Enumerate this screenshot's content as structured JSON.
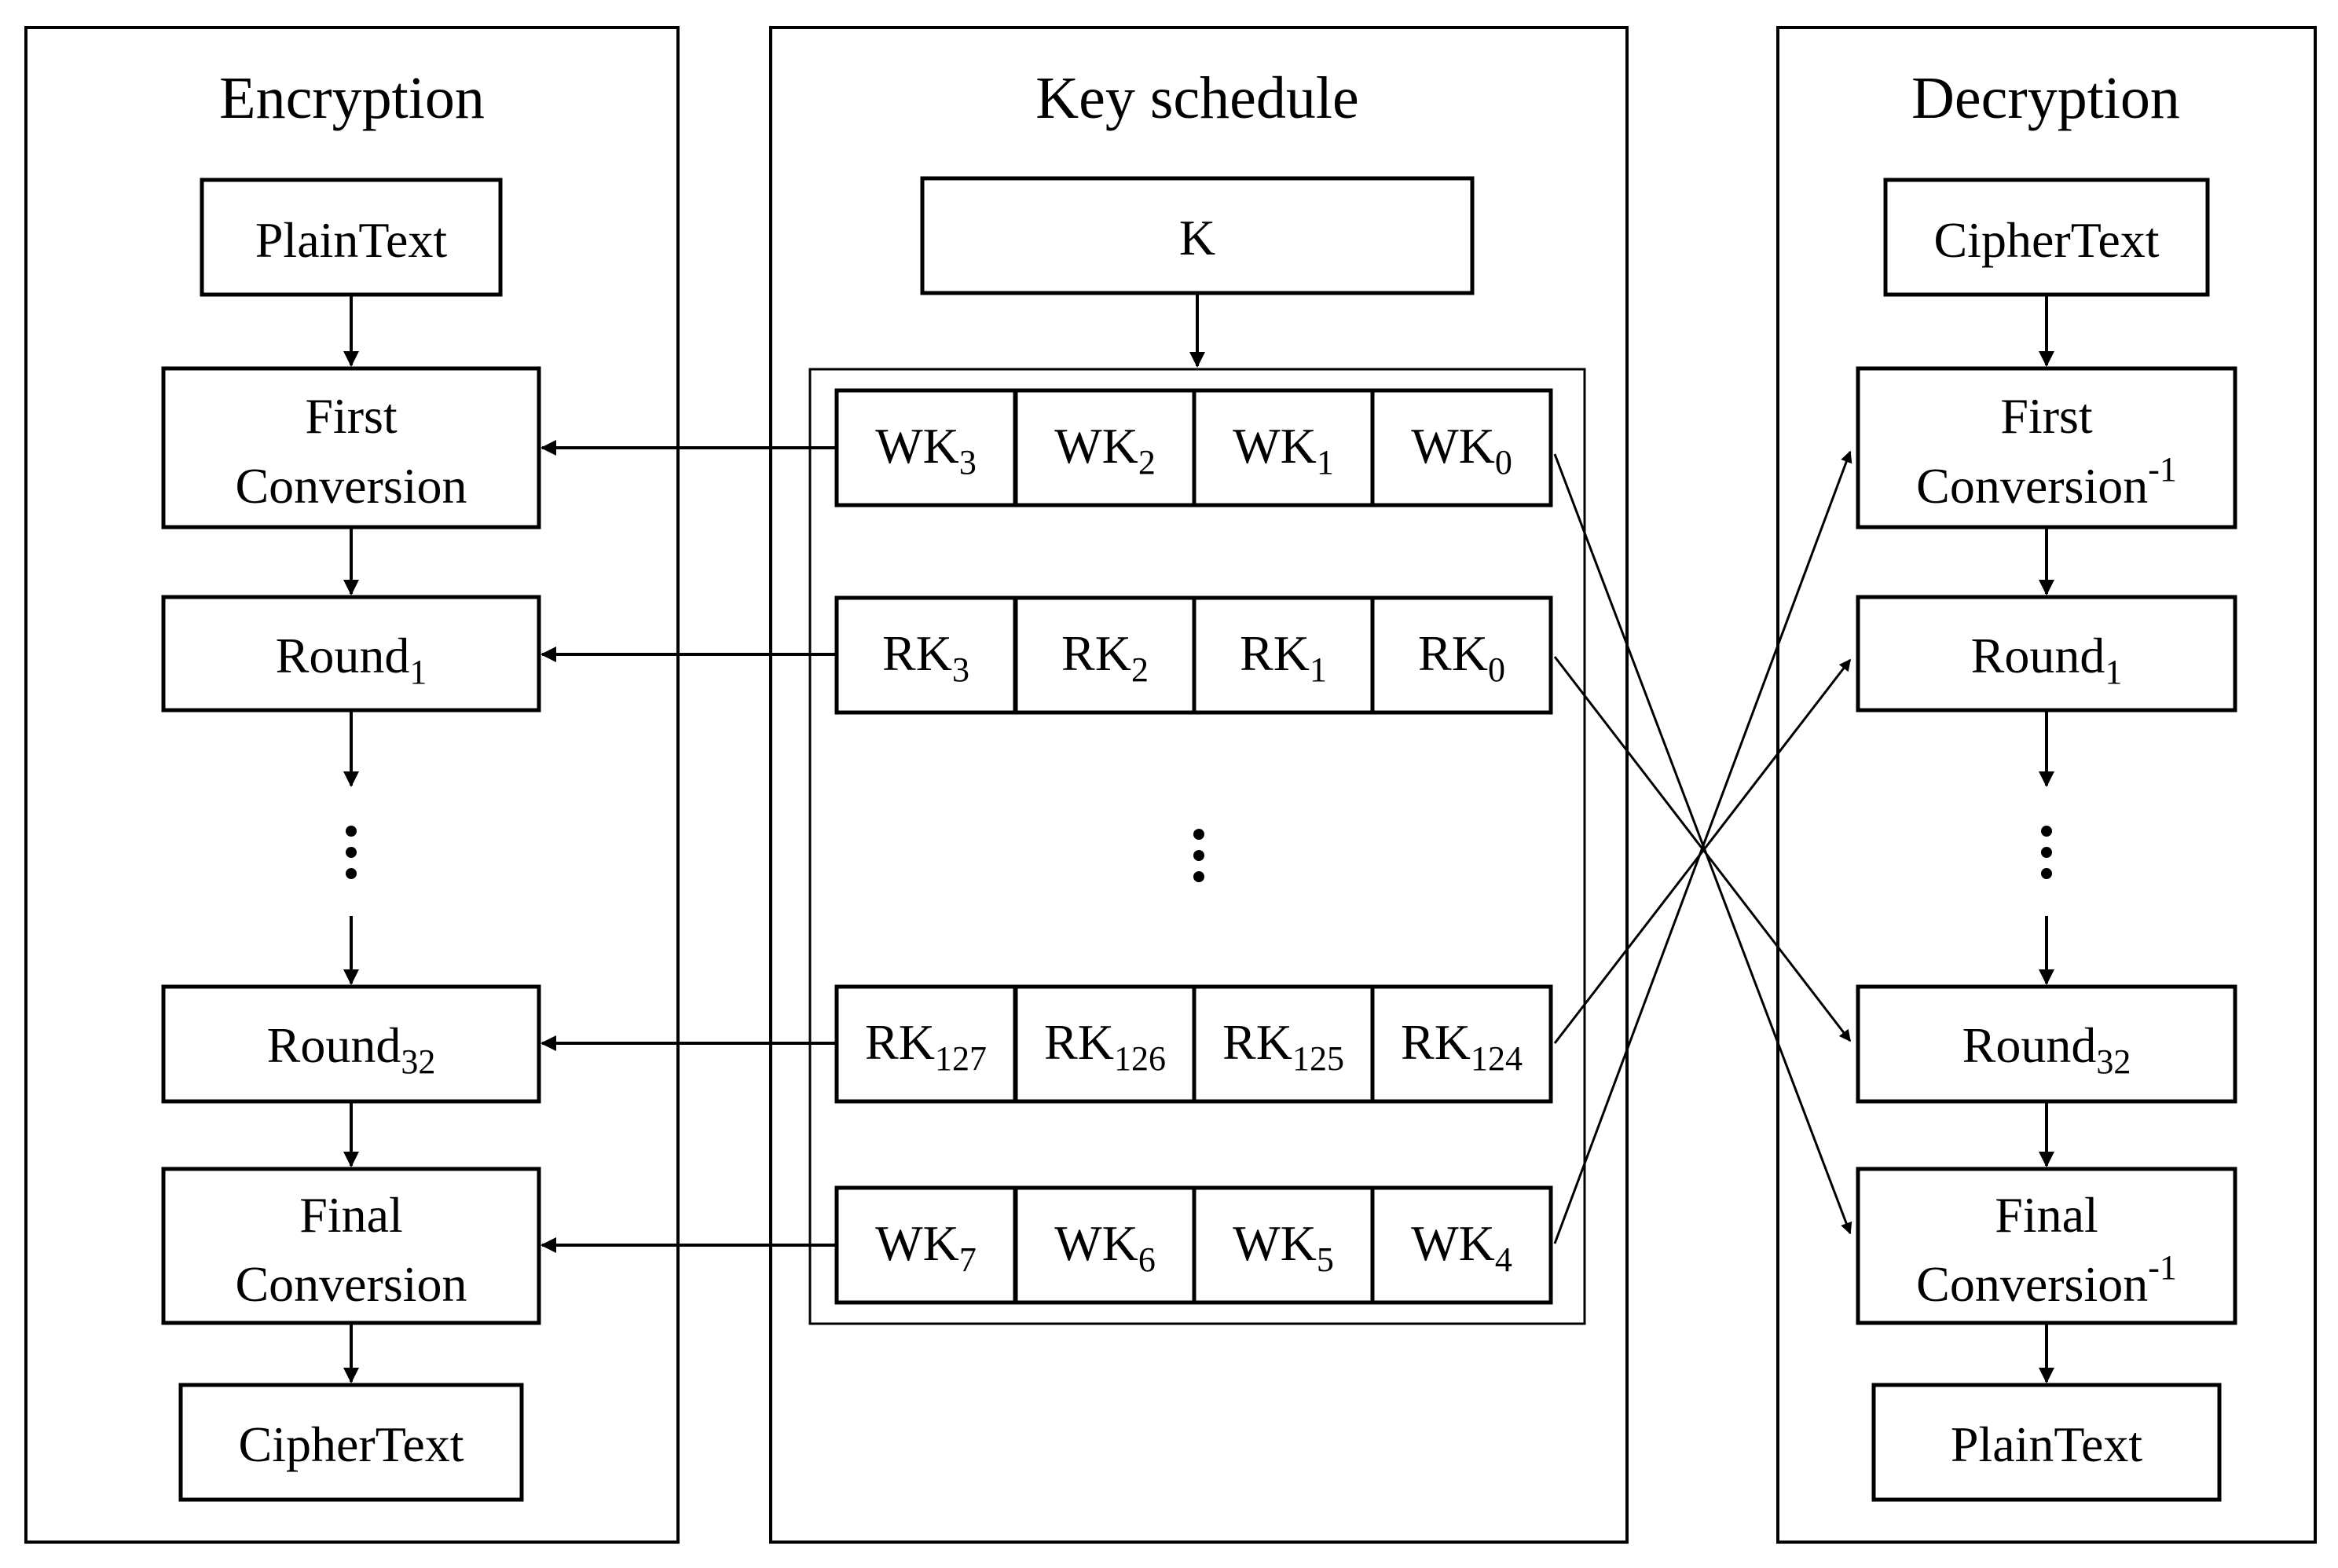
{
  "panels": {
    "encryption": {
      "title": "Encryption",
      "input": "PlainText",
      "first_conversion": [
        "First",
        "Conversion"
      ],
      "round_first": {
        "base": "Round",
        "sub": "1"
      },
      "round_last": {
        "base": "Round",
        "sub": "32"
      },
      "final_conversion": [
        "Final",
        "Conversion"
      ],
      "output": "CipherText"
    },
    "key_schedule": {
      "title": "Key schedule",
      "key": "K",
      "rows": [
        [
          {
            "base": "WK",
            "sub": "3"
          },
          {
            "base": "WK",
            "sub": "2"
          },
          {
            "base": "WK",
            "sub": "1"
          },
          {
            "base": "WK",
            "sub": "0"
          }
        ],
        [
          {
            "base": "RK",
            "sub": "3"
          },
          {
            "base": "RK",
            "sub": "2"
          },
          {
            "base": "RK",
            "sub": "1"
          },
          {
            "base": "RK",
            "sub": "0"
          }
        ],
        [
          {
            "base": "RK",
            "sub": "127"
          },
          {
            "base": "RK",
            "sub": "126"
          },
          {
            "base": "RK",
            "sub": "125"
          },
          {
            "base": "RK",
            "sub": "124"
          }
        ],
        [
          {
            "base": "WK",
            "sub": "7"
          },
          {
            "base": "WK",
            "sub": "6"
          },
          {
            "base": "WK",
            "sub": "5"
          },
          {
            "base": "WK",
            "sub": "4"
          }
        ]
      ]
    },
    "decryption": {
      "title": "Decryption",
      "input": "CipherText",
      "first_conversion": [
        "First",
        "Conversion"
      ],
      "first_conversion_sup": "-1",
      "round_first": {
        "base": "Round",
        "sub": "1"
      },
      "round_last": {
        "base": "Round",
        "sub": "32"
      },
      "final_conversion": [
        "Final",
        "Conversion"
      ],
      "final_conversion_sup": "-1",
      "output": "PlainText"
    }
  }
}
